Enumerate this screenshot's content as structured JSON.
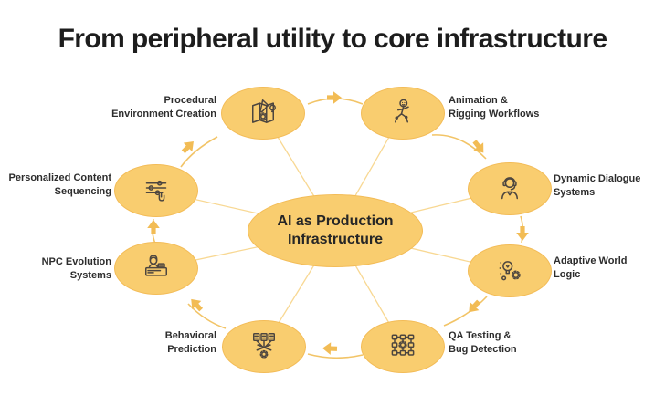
{
  "title": "From peripheral utility to core infrastructure",
  "center": {
    "label": "AI as Production\nInfrastructure"
  },
  "colors": {
    "node_fill": "#F9CD6F",
    "node_border": "#F3BC57",
    "arrow": "#F2BC55",
    "arc_line": "#F2C467",
    "radial_line": "#F8D893",
    "icon_stroke": "#4D463F",
    "title_text": "#1D1D1D",
    "label_text": "#2D2D2D"
  },
  "flow_direction": "clockwise",
  "nodes": [
    {
      "label": "Procedural\nEnvironment Creation",
      "icon": "map-pencil-gear-icon"
    },
    {
      "label": "Animation &\nRigging Workflows",
      "icon": "running-figure-icon"
    },
    {
      "label": "Dynamic Dialogue\nSystems",
      "icon": "headset-person-icon"
    },
    {
      "label": "Adaptive World\nLogic",
      "icon": "bulb-gear-icon"
    },
    {
      "label": "QA Testing &\nBug Detection",
      "icon": "node-grid-gear-icon"
    },
    {
      "label": "Behavioral\nPrediction",
      "icon": "documents-network-icon"
    },
    {
      "label": "NPC Evolution\nSystems",
      "icon": "person-desk-icon"
    },
    {
      "label": "Personalized Content\nSequencing",
      "icon": "sliders-hand-icon"
    }
  ]
}
